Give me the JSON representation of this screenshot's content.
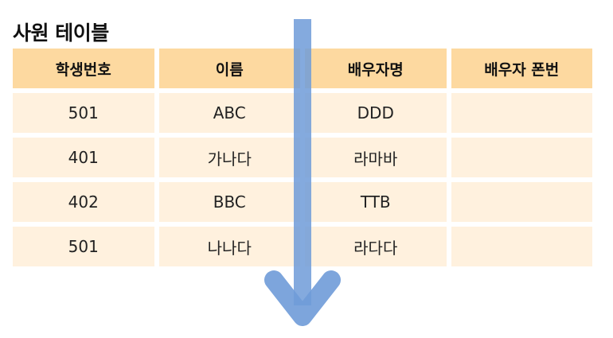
{
  "title": "사원 테이블",
  "table": {
    "headers": [
      "학생번호",
      "이름",
      "배우자명",
      "배우자 폰번"
    ],
    "rows": [
      [
        "501",
        "ABC",
        "DDD",
        ""
      ],
      [
        "401",
        "가나다",
        "라마바",
        ""
      ],
      [
        "402",
        "BBC",
        "TTB",
        ""
      ],
      [
        "501",
        "나나다",
        "라다다",
        ""
      ]
    ]
  },
  "colors": {
    "header_bg": "#fdd9a0",
    "row_bg": "#fff1de",
    "arrow": "#6f9bd8"
  },
  "icons": {
    "arrow": "arrow-down-icon"
  }
}
